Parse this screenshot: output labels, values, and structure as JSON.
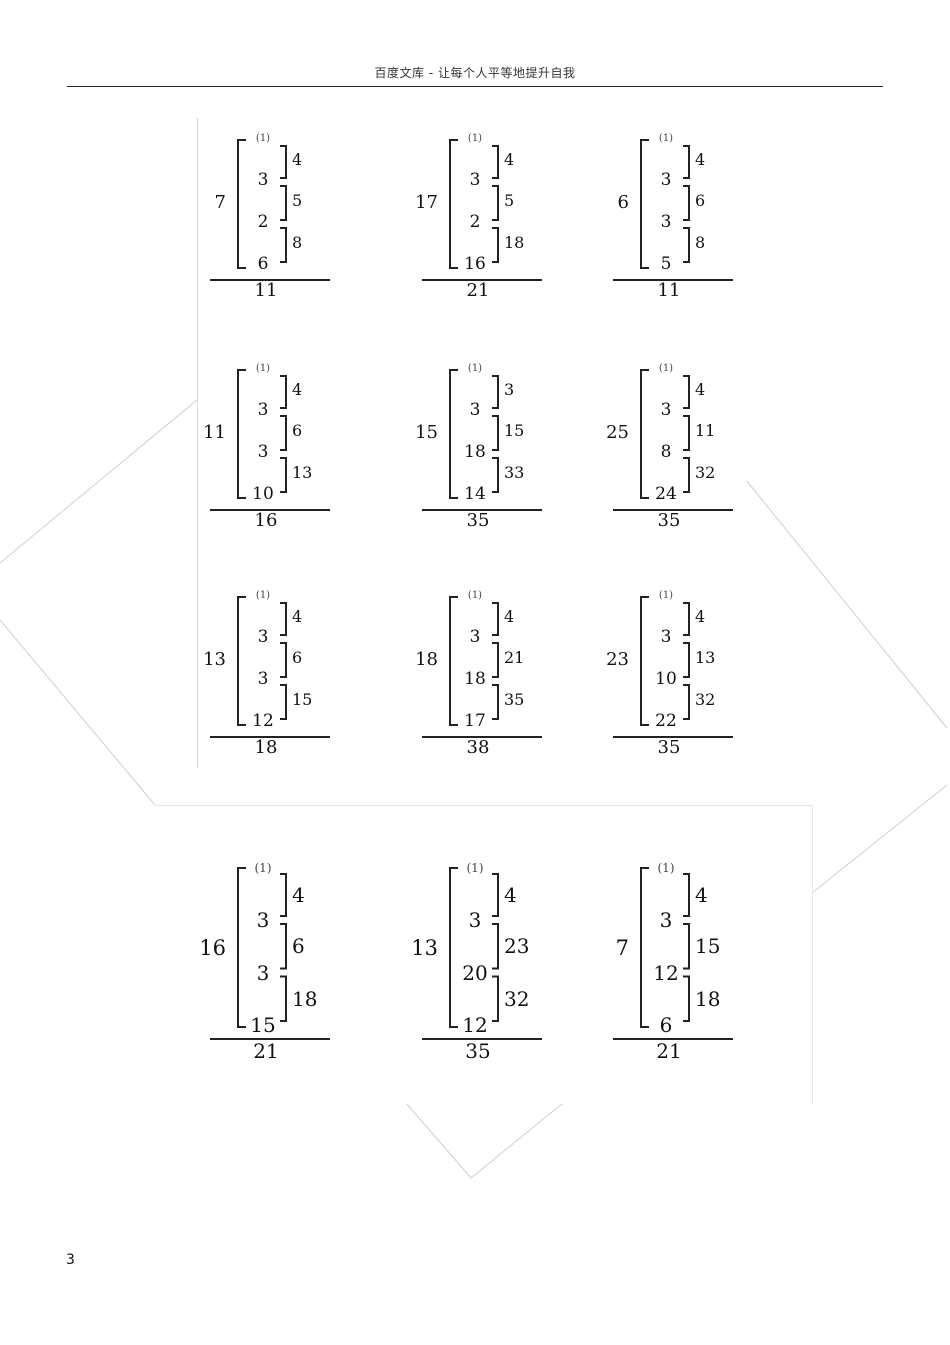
{
  "header": {
    "title": "百度文库 - 让每个人平等地提升自我"
  },
  "page_number": "3",
  "problems": [
    {
      "total": "7",
      "terms": [
        "(1)",
        "3",
        "2",
        "6"
      ],
      "diffs": [
        "4",
        "5",
        "8"
      ],
      "result": "11"
    },
    {
      "total": "17",
      "terms": [
        "(1)",
        "3",
        "2",
        "16"
      ],
      "diffs": [
        "4",
        "5",
        "18"
      ],
      "result": "21"
    },
    {
      "total": "6",
      "terms": [
        "(1)",
        "3",
        "3",
        "5"
      ],
      "diffs": [
        "4",
        "6",
        "8"
      ],
      "result": "11"
    },
    {
      "total": "11",
      "terms": [
        "(1)",
        "3",
        "3",
        "10"
      ],
      "diffs": [
        "4",
        "6",
        "13"
      ],
      "result": "16"
    },
    {
      "total": "15",
      "terms": [
        "(1)",
        "3",
        "18",
        "14"
      ],
      "diffs": [
        "3",
        "15",
        "33"
      ],
      "result": "35"
    },
    {
      "total": "25",
      "terms": [
        "(1)",
        "3",
        "8",
        "24"
      ],
      "diffs": [
        "4",
        "11",
        "32"
      ],
      "result": "35"
    },
    {
      "total": "13",
      "terms": [
        "(1)",
        "3",
        "3",
        "12"
      ],
      "diffs": [
        "4",
        "6",
        "15"
      ],
      "result": "18"
    },
    {
      "total": "18",
      "terms": [
        "(1)",
        "3",
        "18",
        "17"
      ],
      "diffs": [
        "4",
        "21",
        "35"
      ],
      "result": "38"
    },
    {
      "total": "23",
      "terms": [
        "(1)",
        "3",
        "10",
        "22"
      ],
      "diffs": [
        "4",
        "13",
        "32"
      ],
      "result": "35"
    },
    {
      "total": "16",
      "terms": [
        "(1)",
        "3",
        "3",
        "15"
      ],
      "diffs": [
        "4",
        "6",
        "18"
      ],
      "result": "21"
    },
    {
      "total": "13",
      "terms": [
        "(1)",
        "3",
        "20",
        "12"
      ],
      "diffs": [
        "4",
        "23",
        "32"
      ],
      "result": "35"
    },
    {
      "total": "7",
      "terms": [
        "(1)",
        "3",
        "12",
        "6"
      ],
      "diffs": [
        "4",
        "15",
        "18"
      ],
      "result": "21"
    }
  ]
}
